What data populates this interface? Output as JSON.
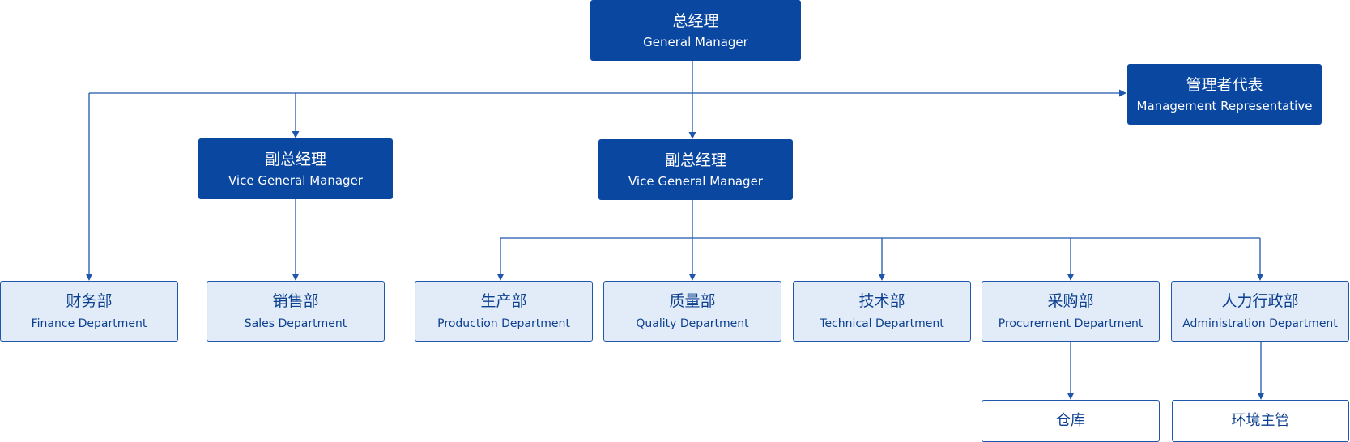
{
  "colors": {
    "dark_box": "#0a47a1",
    "light_box": "#e1ecf8",
    "line": "#1f57ad"
  },
  "nodes": {
    "gm": {
      "zh": "总经理",
      "en": "General Manager"
    },
    "mr": {
      "zh": "管理者代表",
      "en": "Management Representative"
    },
    "vgm1": {
      "zh": "副总经理",
      "en": "Vice General Manager"
    },
    "vgm2": {
      "zh": "副总经理",
      "en": "Vice General Manager"
    },
    "finance": {
      "zh": "财务部",
      "en": "Finance Department"
    },
    "sales": {
      "zh": "销售部",
      "en": "Sales Department"
    },
    "production": {
      "zh": "生产部",
      "en": "Production Department"
    },
    "quality": {
      "zh": "质量部",
      "en": "Quality Department"
    },
    "technical": {
      "zh": "技术部",
      "en": "Technical Department"
    },
    "procurement": {
      "zh": "采购部",
      "en": "Procurement Department"
    },
    "admin": {
      "zh": "人力行政部",
      "en": "Administration Department"
    },
    "warehouse": {
      "zh": "仓库"
    },
    "env": {
      "zh": "环境主管"
    }
  }
}
